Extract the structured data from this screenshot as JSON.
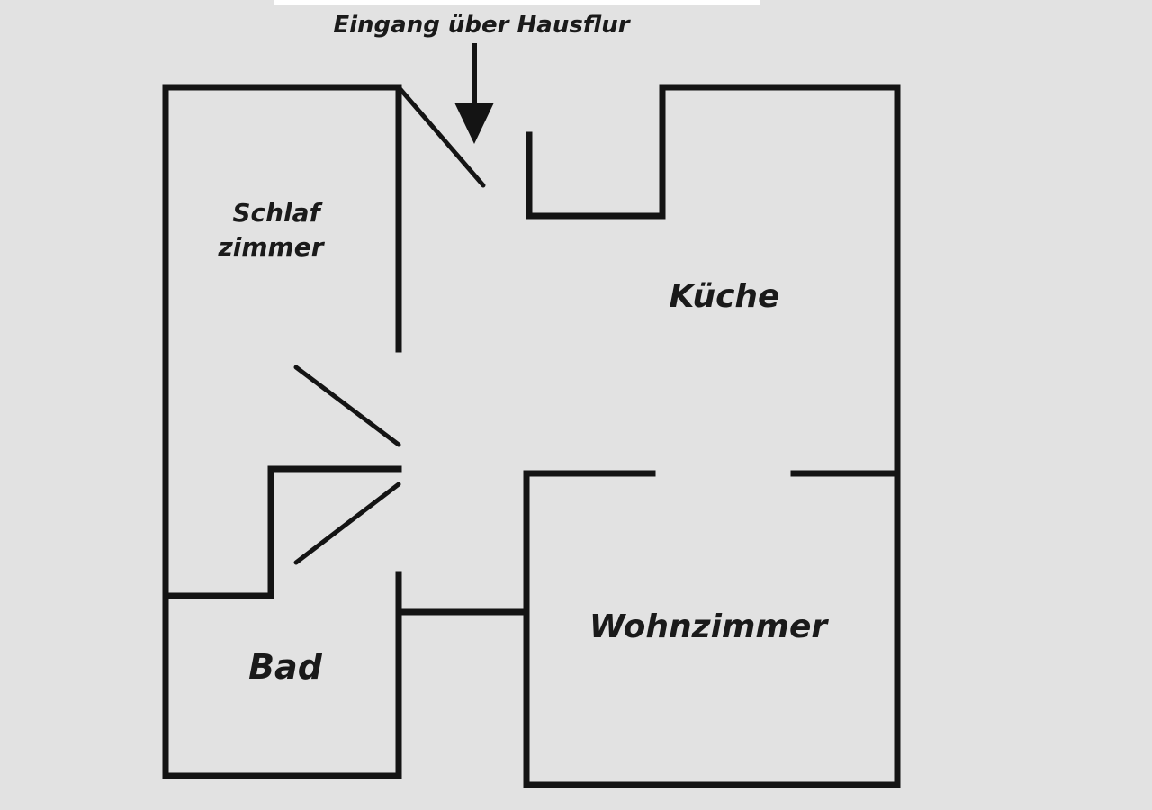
{
  "entrance": {
    "label": "Eingang über Hausflur",
    "arrow_icon": "arrow-down-icon"
  },
  "rooms": {
    "bedroom_line1": "Schlaf",
    "bedroom_line2": "zimmer",
    "kitchen": "Küche",
    "living_room": "Wohnzimmer",
    "bathroom": "Bad"
  },
  "colors": {
    "background": "#e2e2e2",
    "lines": "#141414"
  }
}
